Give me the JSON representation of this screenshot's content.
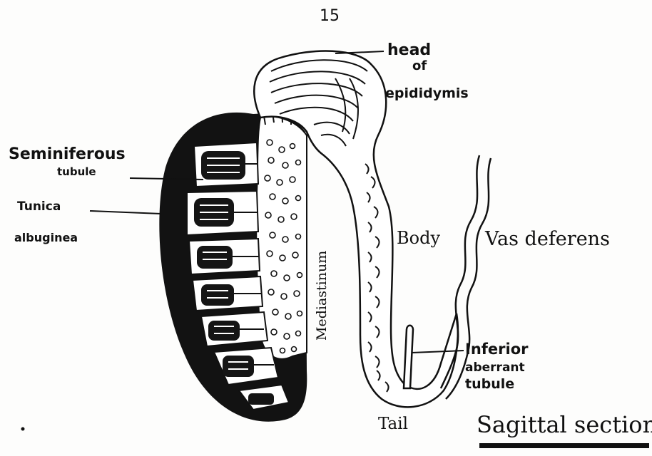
{
  "page_number": "15",
  "labels": {
    "head_of_epididymis_line1": "head",
    "head_of_epididymis_line2": "of",
    "head_of_epididymis_line3": "epididymis",
    "seminiferous_line1": "Seminiferous",
    "seminiferous_line2": "tubule",
    "tunica_line1": "Tunica",
    "tunica_line2": "albuginea",
    "body": "Body",
    "vas_deferens": "Vas deferens",
    "mediastinum": "Mediastinum",
    "inferior_line1": "Inferior",
    "inferior_line2": "aberrant",
    "inferior_line3": "tubule",
    "tail": "Tail",
    "section_title": "Sagittal section"
  },
  "colors": {
    "ink": "#111111",
    "paper": "#fdfdfc"
  }
}
